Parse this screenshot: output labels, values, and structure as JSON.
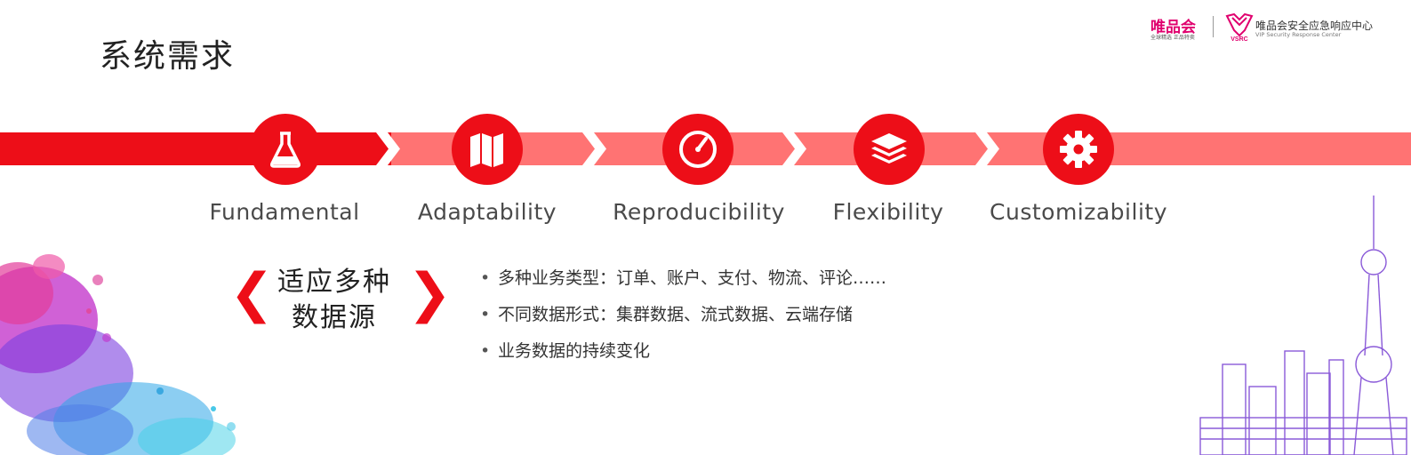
{
  "slide": {
    "title": "系统需求"
  },
  "branding": {
    "vip_logo": "唯品会",
    "vip_tagline": "全球精选 正品特卖",
    "vsrc_mark": "VSRC",
    "vsrc_name": "唯品会安全应急响应中心",
    "vsrc_name_en": "VIP Security Response Center"
  },
  "colors": {
    "accent": "#ed0e18",
    "accent_light": "#ff7373",
    "logo_pink": "#e0006e"
  },
  "stages": [
    {
      "label": "Fundamental",
      "icon": "flask-icon"
    },
    {
      "label": "Adaptability",
      "icon": "map-icon"
    },
    {
      "label": "Reproducibility",
      "icon": "gauge-icon"
    },
    {
      "label": "Flexibility",
      "icon": "layers-icon"
    },
    {
      "label": "Customizability",
      "icon": "gear-icon"
    }
  ],
  "focus": {
    "left_bracket": "❮",
    "right_bracket": "❯",
    "line1": "适应多种",
    "line2": "数据源"
  },
  "bullets": [
    "多种业务类型：订单、账户、支付、物流、评论……",
    "不同数据形式：集群数据、流式数据、云端存储",
    "业务数据的持续变化"
  ],
  "bullet_marker": "•"
}
